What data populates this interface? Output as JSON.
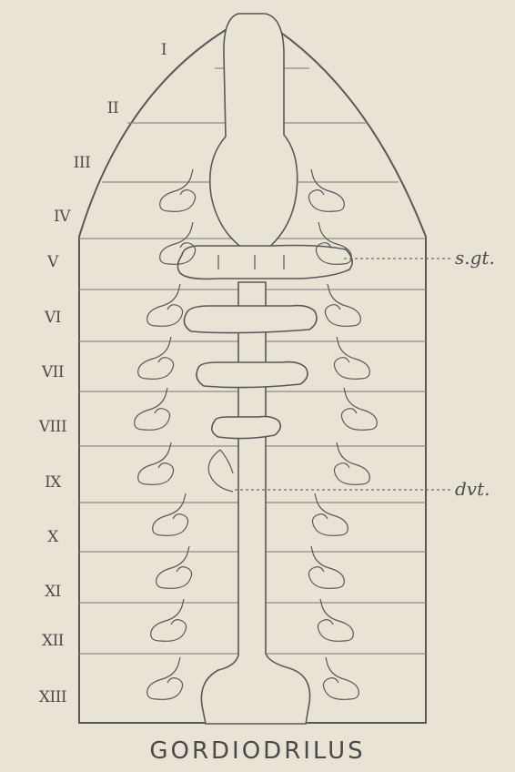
{
  "figure": {
    "caption": "GORDIODRILUS",
    "segment_labels": [
      "I",
      "II",
      "III",
      "IV",
      "V",
      "VI",
      "VII",
      "VIII",
      "IX",
      "X",
      "XI",
      "XII",
      "XIII"
    ],
    "annotations": {
      "sgt": "s.gt.",
      "dvt": "dvt."
    }
  }
}
